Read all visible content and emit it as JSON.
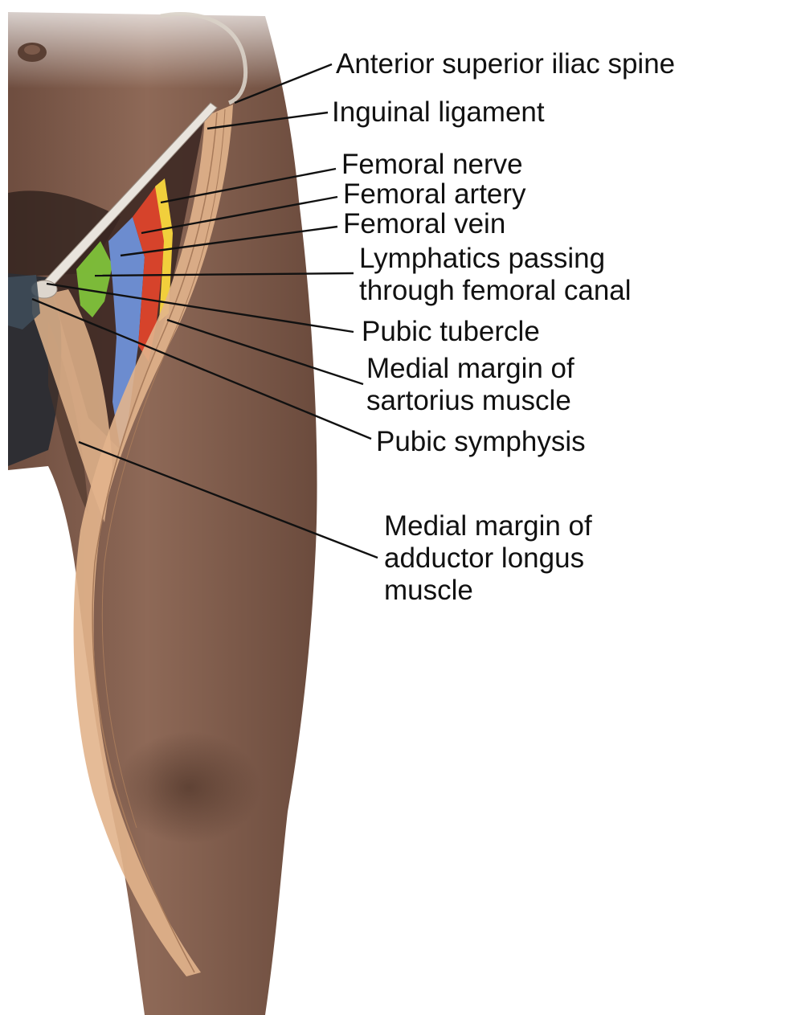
{
  "labels": {
    "asis": "Anterior superior iliac spine",
    "inguinal": "Inguinal ligament",
    "nerve": "Femoral nerve",
    "artery": "Femoral artery",
    "vein": "Femoral vein",
    "lymph_1": "Lymphatics passing",
    "lymph_2": "through femoral canal",
    "tubercle": "Pubic tubercle",
    "sartorius_1": "Medial margin of",
    "sartorius_2": "sartorius muscle",
    "symphysis": "Pubic symphysis",
    "adductor_1": "Medial margin of",
    "adductor_2": "adductor longus",
    "adductor_3": "muscle"
  },
  "colors": {
    "skin": "#8a6452",
    "skin_dark": "#5f4234",
    "shadow": "#3c2c26",
    "muscle": "#e2b48c",
    "nerve": "#f1cf3c",
    "artery": "#d6432b",
    "vein": "#6c8ccf",
    "lymphatics": "#7fc23a",
    "leader": "#111111"
  }
}
